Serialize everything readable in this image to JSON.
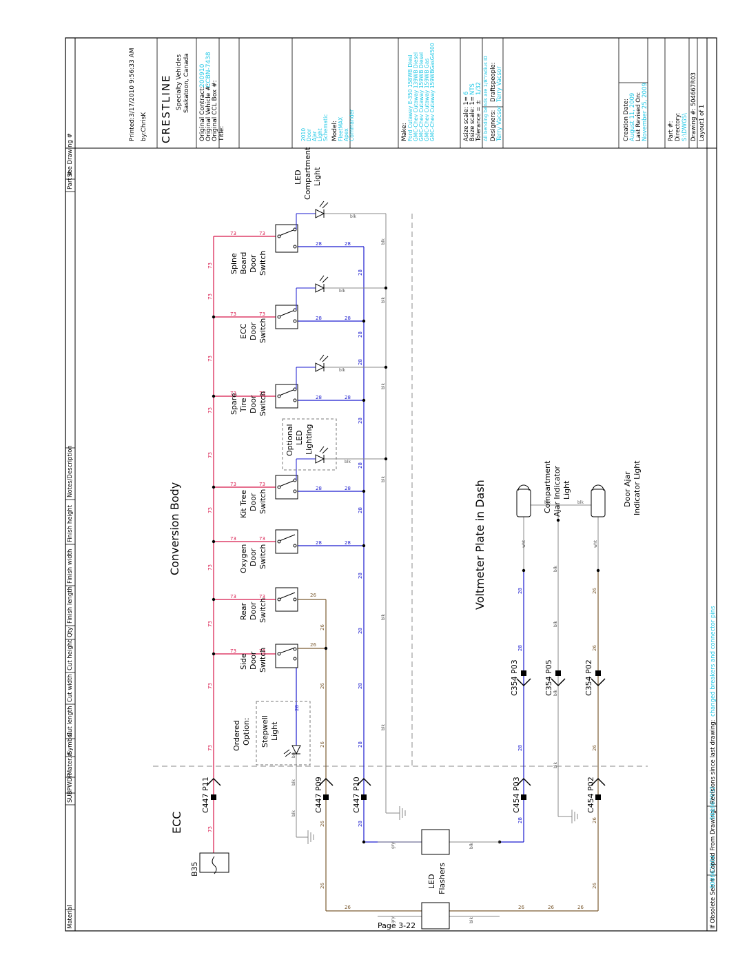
{
  "header_strip": {
    "material": "Material",
    "cols": [
      "SUB",
      "PWDR",
      "Mater.#",
      "Symbol",
      "Cut length",
      "Cut width",
      "Cut height",
      "Qty",
      "Finish length",
      "Finish width",
      "Finish height",
      "Notes/Description",
      "Part #",
      "See Drawing #"
    ]
  },
  "footer_strip": {
    "obsolete_label": "If Obsolete See #:",
    "obsolete_value": "504667R04",
    "copied_label": "Copied From Drawing:",
    "copied_value": "504667R02",
    "revisions_label": "Revisions since last drawing:",
    "revisions_value": "changed breakers and connector pins"
  },
  "title_block": {
    "printed": "Printed:3/17/2010 9:56:33 AM",
    "by": "by:ChrisK",
    "logo": "CRESTLINE",
    "company_line1": "Specialty Vehicles",
    "company_line2": "Saskatoon, Canada",
    "original_contract_label": "Original Contract:",
    "original_contract_value": "200910",
    "original_vehicle_label": "Original Vehicle #:",
    "original_vehicle_value": "CCBN-7438",
    "original_ccl_label": "Original CCL Box #:",
    "title_label": "Title:",
    "title_value": [
      "2010",
      "Door",
      "Ajar",
      "Light",
      "Schematic"
    ],
    "model_label": "Model:",
    "model_values": [
      "FleetMAX",
      "Apex",
      "Commander"
    ],
    "make_label": "Make:",
    "make_values": [
      "Ford Cutaway E-350 158WB Diesl",
      "GMC-Chev Cutaway 139WB Diesel",
      "GMC-Chev Cutaway 159WB Diesel",
      "GMC-Chev Cutaway 159WB Gas",
      "GMC-Chev Cutaway 159WBGasG4500"
    ],
    "asize_label": "Asize scale: 1=",
    "asize_value": "6",
    "bsize_label": "Bsize scale: 1=",
    "bsize_value": "NTS",
    "tolerance_label": "Tolerance = ±",
    "tolerance_value": "1/32",
    "radius_note": "All bending bends are 1/8\"radius ID",
    "designers_label": "Designers:",
    "designers_value": "Terry Vacsor",
    "draftspeople_label": "Draftspeople:",
    "draftspeople_value": "Terry Vacsor",
    "creation_label": "Creation Date:",
    "creation_value": "August 11, 2009",
    "last_revised_label": "Last Revised On:",
    "last_revised_value": "November 25, 2009",
    "part_label": "Part #:",
    "directory_label": "Directory:",
    "directory_value": "S:\\DWGS\\",
    "drawing_label": "Drawing #: 504667R03",
    "layout_label": "Layout1 of 1"
  },
  "schematic": {
    "section_ecc": "ECC",
    "section_body": "Conversion Body",
    "section_dash": "Voltmeter Plate in Dash",
    "breaker": "B35",
    "connectors": [
      "C447 P11",
      "C447 P09",
      "C447 P10",
      "C454 P03",
      "C454 P02",
      "C354 P03",
      "C354 P05",
      "C354 P02"
    ],
    "switches": [
      [
        "Side",
        "Door",
        "Switch"
      ],
      [
        "Rear",
        "Door",
        "Switch"
      ],
      [
        "Oxygen",
        "Door",
        "Switch"
      ],
      [
        "Kit Tree",
        "Door",
        "Switch"
      ],
      [
        "Spare",
        "Tire",
        "Door",
        "Switch"
      ],
      [
        "ECC",
        "Door",
        "Switch"
      ],
      [
        "Spine",
        "Board",
        "Door",
        "Switch"
      ]
    ],
    "stepwell_option": [
      "Ordered",
      "Option:"
    ],
    "stepwell_light": [
      "Stepwell",
      "Light"
    ],
    "optional_led": [
      "Optional",
      "LED",
      "Lighting"
    ],
    "compartment_light": [
      "LED",
      "Compartment",
      "Light"
    ],
    "flashers": [
      "LED",
      "Flashers"
    ],
    "page_label": "Page 3-22",
    "compartment_indicator": [
      "Compartment",
      "Ajar Indicator",
      "Light"
    ],
    "door_indicator": [
      "Door Ajar",
      "Indicator Light"
    ],
    "wire_73": "73",
    "wire_28": "28",
    "wire_26": "26",
    "wire_blk": "blk",
    "wire_gry": "gry",
    "wire_wht": "wht"
  },
  "colors": {
    "wire_73": "#d8174a",
    "wire_28": "#1a1acf",
    "wire_26": "#7a5a30",
    "wire_blk": "#888888",
    "cyan_text": "#22c8e6"
  }
}
